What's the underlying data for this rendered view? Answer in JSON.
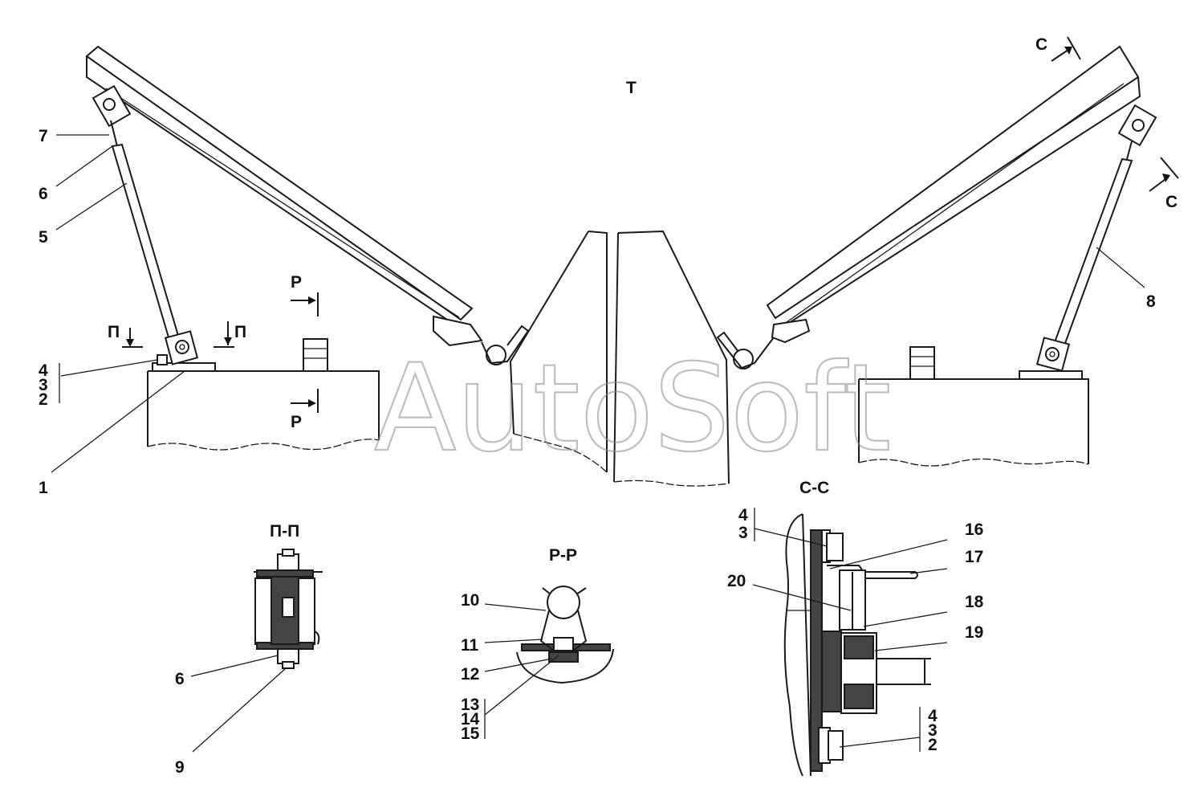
{
  "watermark": "AutoSoft",
  "view_title": "Т",
  "section_marks": {
    "p_left": "П",
    "p_right": "П",
    "r_top": "Р",
    "r_bottom": "Р",
    "c_top": "С",
    "c_bottom": "С"
  },
  "section_titles": {
    "pp": "П-П",
    "rr": "Р-Р",
    "cc": "С-С"
  },
  "callouts": {
    "main_7": "7",
    "main_6": "6",
    "main_5": "5",
    "main_4": "4",
    "main_3": "3",
    "main_2": "2",
    "main_1": "1",
    "main_8": "8",
    "pp_6": "6",
    "pp_9": "9",
    "rr_10": "10",
    "rr_11": "11",
    "rr_12": "12",
    "rr_13": "13",
    "rr_14": "14",
    "rr_15": "15",
    "cc_4a": "4",
    "cc_3a": "3",
    "cc_16": "16",
    "cc_17": "17",
    "cc_20": "20",
    "cc_18": "18",
    "cc_19": "19",
    "cc_4b": "4",
    "cc_3b": "3",
    "cc_2b": "2"
  }
}
